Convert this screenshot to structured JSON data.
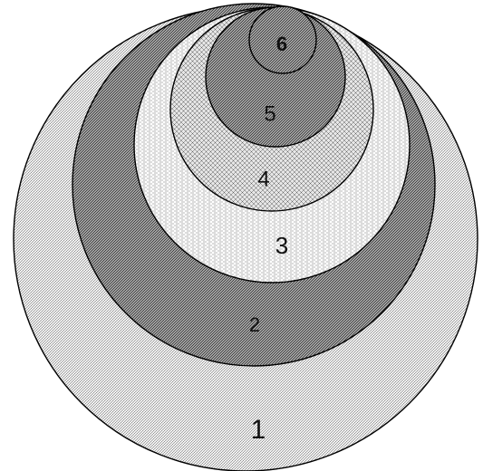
{
  "rings": [
    {
      "label": "1",
      "pattern": "fine-dots",
      "bold": false
    },
    {
      "label": "2",
      "pattern": "dense-diagonal",
      "bold": false
    },
    {
      "label": "3",
      "pattern": "dashed-lines",
      "bold": false
    },
    {
      "label": "4",
      "pattern": "cross-weave",
      "bold": false
    },
    {
      "label": "5",
      "pattern": "dense-diagonal",
      "bold": false
    },
    {
      "label": "6",
      "pattern": "dense-diagonal",
      "bold": true
    }
  ],
  "colors": {
    "stroke": "#000000",
    "pattern_ink": "#000000",
    "background": "#ffffff",
    "label": "#111111"
  }
}
